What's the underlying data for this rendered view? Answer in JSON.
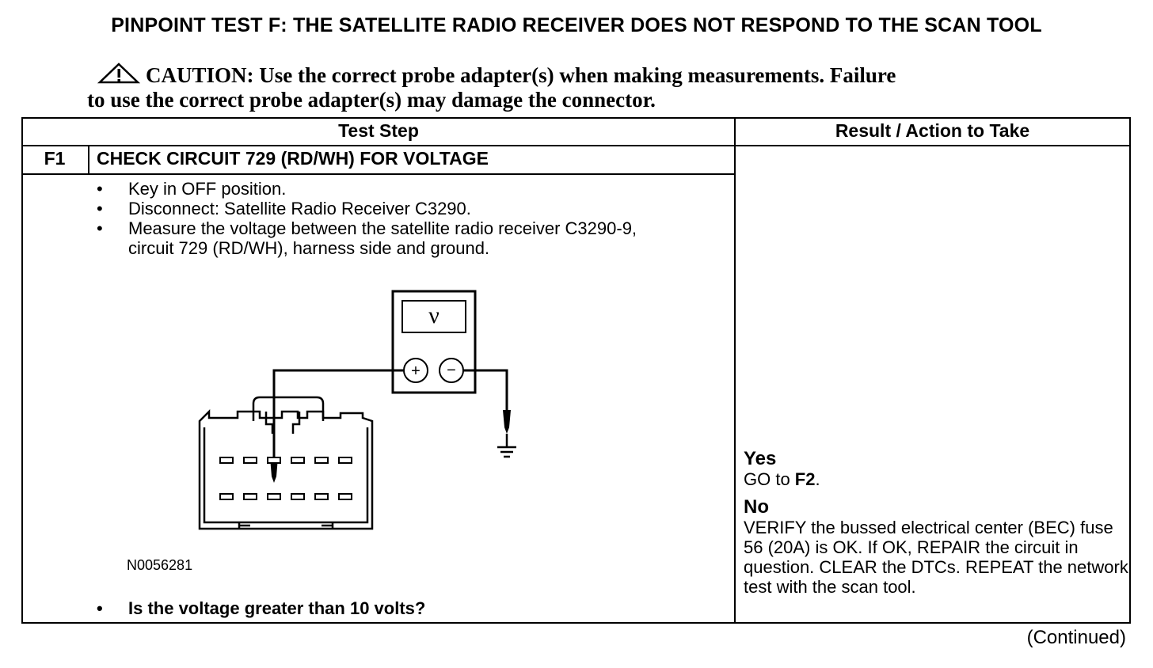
{
  "title": "PINPOINT TEST  F: THE SATELLITE RADIO RECEIVER DOES NOT RESPOND TO THE SCAN TOOL",
  "caution": {
    "line1": "CAUTION: Use the correct probe adapter(s) when making measurements. Failure",
    "line2": "to use the correct probe adapter(s) may damage the connector."
  },
  "table": {
    "header_step": "Test Step",
    "header_result": "Result / Action to Take",
    "step_id": "F1",
    "step_title": "CHECK CIRCUIT 729 (RD/WH) FOR VOLTAGE",
    "bullets": [
      "Key in OFF position.",
      "Disconnect: Satellite Radio Receiver C3290.",
      "Measure the voltage between the satellite radio receiver C3290-9, circuit 729 (RD/WH), harness side and ground."
    ],
    "bullet_char": "•",
    "figure_id": "N0056281",
    "meter_symbol": "ν",
    "meter_plus": "+",
    "meter_minus": "−",
    "question": "Is the voltage greater than 10 volts?",
    "yes_label": "Yes",
    "yes_text_prefix": "GO to ",
    "yes_target": "F2",
    "yes_text_suffix": ".",
    "no_label": "No",
    "no_text": "VERIFY the bussed electrical center (BEC) fuse 56 (20A) is OK. If OK, REPAIR the circuit in question. CLEAR the DTCs. REPEAT the network test with the scan tool."
  },
  "continued": "(Continued)"
}
